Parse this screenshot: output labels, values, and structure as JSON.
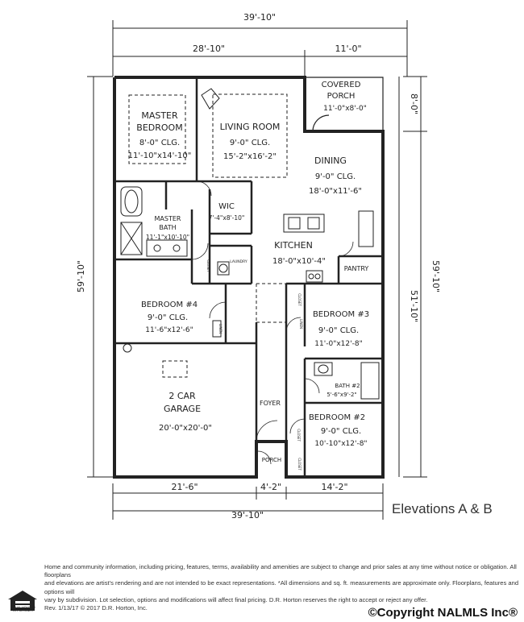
{
  "dimensions": {
    "top_total": "39'-10\"",
    "top_left": "28'-10\"",
    "top_right": "11'-0\"",
    "left_total": "59'-10\"",
    "right_total": "59'-10\"",
    "right_upper": "8'-0\"",
    "right_lower": "51'-10\"",
    "bottom_left": "21'-6\"",
    "bottom_mid": "4'-2\"",
    "bottom_right": "14'-2\"",
    "bottom_total": "39'-10\""
  },
  "rooms": {
    "master_bedroom": {
      "name1": "MASTER",
      "name2": "BEDROOM",
      "clg": "8'-0\" CLG.",
      "size": "11'-10\"x14'-10\""
    },
    "living_room": {
      "name": "LIVING ROOM",
      "clg": "9'-0\" CLG.",
      "size": "15'-2\"x16'-2\""
    },
    "covered_porch": {
      "name1": "COVERED",
      "name2": "PORCH",
      "size": "11'-0\"x8'-0\""
    },
    "dining": {
      "name": "DINING",
      "clg": "9'-0\" CLG.",
      "size": "18'-0\"x11'-6\""
    },
    "wic": {
      "name": "WIC",
      "size": "7'-4\"x8'-10\""
    },
    "master_bath": {
      "name1": "MASTER",
      "name2": "BATH",
      "size": "11'-1\"x10'-10\""
    },
    "kitchen": {
      "name": "KITCHEN",
      "size": "18'-0\"x10'-4\""
    },
    "pantry": {
      "name": "PANTRY"
    },
    "laundry": {
      "name": "LAUNDRY"
    },
    "closet": {
      "name": "CLOSET"
    },
    "linen": {
      "name": "LINEN"
    },
    "bedroom4": {
      "name": "BEDROOM #4",
      "clg": "9'-0\" CLG.",
      "size": "11'-6\"x12'-6\""
    },
    "bedroom3": {
      "name": "BEDROOM #3",
      "clg": "9'-0\" CLG.",
      "size": "11'-0\"x12'-8\""
    },
    "bath2": {
      "name": "BATH #2",
      "size": "5'-6\"x9'-2\""
    },
    "garage": {
      "name1": "2 CAR",
      "name2": "GARAGE",
      "size": "20'-0\"x20'-0\""
    },
    "foyer": {
      "name": "FOYER"
    },
    "bedroom2": {
      "name": "BEDROOM #2",
      "clg": "9'-0\" CLG.",
      "size": "10'-10\"x12'-8\""
    },
    "porch": {
      "name": "PORCH"
    }
  },
  "elevations": "Elevations A & B",
  "footer": {
    "line1": "Home and community information, including pricing, features, terms, availability and amenities are subject to change and prior sales at any time without notice or obligation. All floorplans",
    "line2": "and elevations are artist's rendering and are not intended to be exact representations. *All dimensions and sq. ft. measurements are approximate only. Floorplans, features and options will",
    "line3": "vary by subdivision. Lot selection, options and modifications will affect final pricing. D.R. Horton reserves the right to accept or reject any offer.",
    "line4": "Rev. 1/13/17 © 2017 D.R. Horton, Inc.",
    "eho": "EQUAL HOUSING OPPORTUNITY"
  },
  "copyright": "©Copyright NALMLS Inc®"
}
